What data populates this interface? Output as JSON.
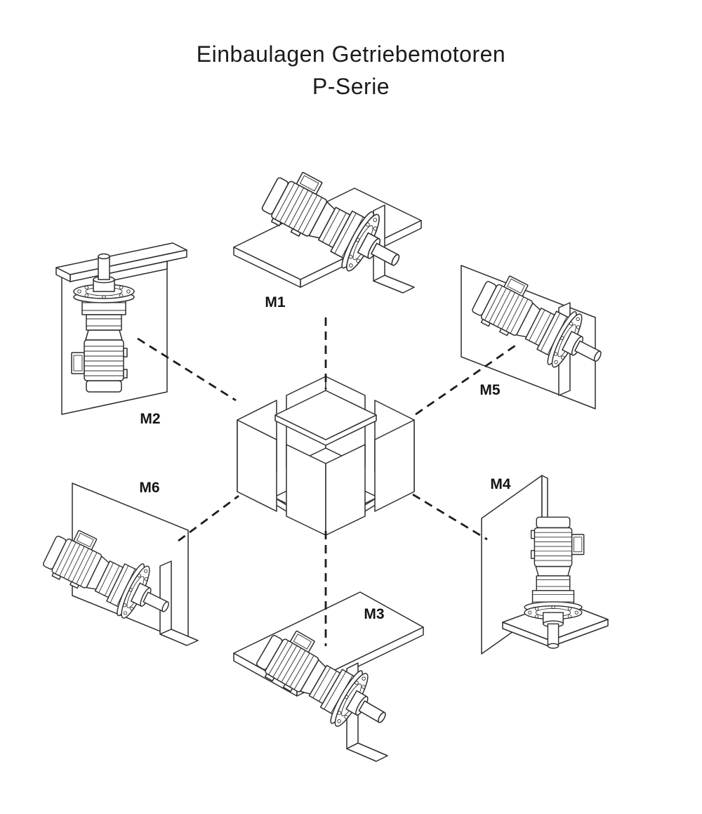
{
  "title": {
    "line1": "Einbaulagen Getriebemotoren",
    "line2": "P-Serie"
  },
  "labels": {
    "m1": "M1",
    "m2": "M2",
    "m3": "M3",
    "m4": "M4",
    "m5": "M5",
    "m6": "M6"
  },
  "colors": {
    "line": "#2d2d2d",
    "background": "#ffffff"
  }
}
